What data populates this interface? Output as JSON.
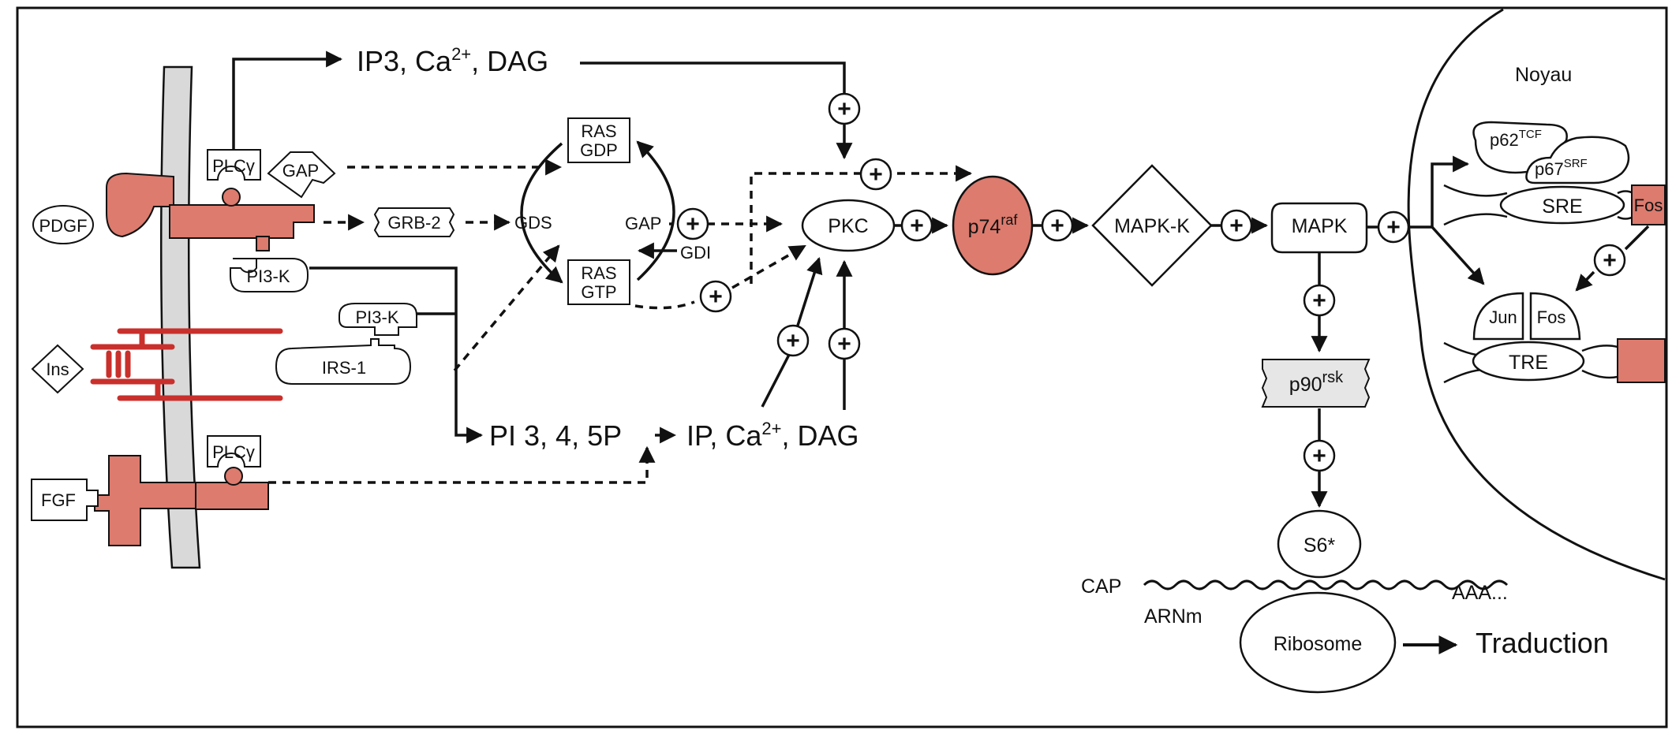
{
  "nucleus": {
    "title": "Noyau"
  },
  "ligands": {
    "pdgf": "PDGF",
    "ins": "Ins",
    "fgf": "FGF"
  },
  "receptor_proteins": {
    "plcg_top": "PLCγ",
    "gap_top": "GAP",
    "pi3k_top": "PI3-K",
    "pi3k_irs": "PI3-K",
    "irs1": "IRS-1",
    "plcg_bottom": "PLCγ"
  },
  "messengers": {
    "top": {
      "base": "IP3, Ca",
      "sup": "2+",
      "tail": ", DAG"
    },
    "bottom": {
      "base": "IP, Ca",
      "sup": "2+",
      "tail": ", DAG"
    },
    "pi": "PI 3, 4, 5P"
  },
  "ras_cycle": {
    "grb2": "GRB-2",
    "gds": "GDS",
    "gap": "GAP",
    "gdi": "GDI",
    "ras_gdp": [
      "RAS",
      "GDP"
    ],
    "ras_gtp": [
      "RAS",
      "GTP"
    ]
  },
  "kinases": {
    "pkc": "PKC",
    "raf": {
      "base": "p74",
      "sup": "raf"
    },
    "mapkk": "MAPK-K",
    "mapk": "MAPK",
    "rsk": {
      "base": "p90",
      "sup": "rsk"
    },
    "s6": "S6*"
  },
  "nuclear": {
    "tcf": {
      "base": "p62",
      "sup": "TCF"
    },
    "srf": {
      "base": "p67",
      "sup": "SRF"
    },
    "sre": "SRE",
    "fos_gene": "Fos",
    "jun": "Jun",
    "fos": "Fos",
    "tre": "TRE"
  },
  "translation": {
    "cap": "CAP",
    "aaa": "AAA...",
    "arnm": "ARNm",
    "ribosome": "Ribosome",
    "traduction": "Traduction"
  },
  "plus_symbol": "+",
  "colors": {
    "receptor": "#dc7b6e",
    "insulin_receptor": "#c9302c",
    "membrane": "#d9d9d9",
    "rsk_fill": "#e6e6e6",
    "line": "#111111"
  }
}
